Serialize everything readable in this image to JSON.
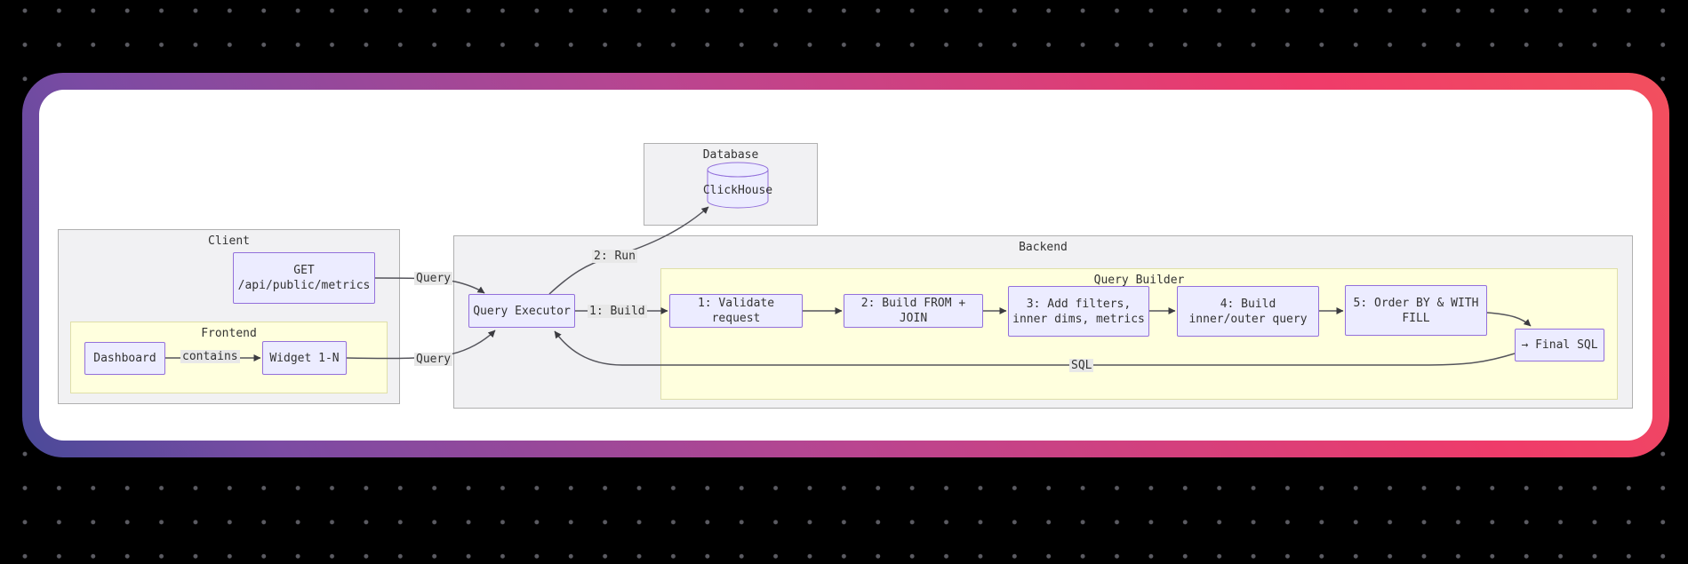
{
  "colors": {
    "page_bg": "#000000",
    "dot": "#5b5b62",
    "card_bg": "#ffffff",
    "gradient_blue": "#4a4a99",
    "gradient_purple": "#7b4ba3",
    "gradient_magenta": "#b94590",
    "gradient_pink": "#ef3b6a",
    "gradient_red": "#f2505e",
    "cluster_gray_fill": "#f1f1f3",
    "cluster_gray_border": "#b0b0b0",
    "cluster_yellow_fill": "#ffffde",
    "cluster_yellow_border": "#dfdfa8",
    "node_fill": "#ececff",
    "node_border": "#9370db",
    "edge": "#55555c",
    "edge_label_bg": "#e8e8e8",
    "text": "#333333"
  },
  "diagram": {
    "clusters": {
      "database": "Database",
      "client": "Client",
      "frontend": "Frontend",
      "backend": "Backend",
      "query_builder": "Query Builder"
    },
    "nodes": {
      "clickhouse": "ClickHouse",
      "get_api": "GET\n/api/public/metrics",
      "dashboard": "Dashboard",
      "widget": "Widget 1-N",
      "query_executor": "Query Executor",
      "step1": "1: Validate request",
      "step2": "2: Build FROM + JOIN",
      "step3": "3: Add filters,\ninner dims, metrics",
      "step4": "4: Build\ninner/outer query",
      "step5": "5: Order BY & WITH\nFILL",
      "final_sql": "→ Final SQL"
    },
    "edge_labels": {
      "query_top": "Query",
      "query_bottom": "Query",
      "contains": "contains",
      "build": "1: Build",
      "run": "2: Run",
      "sql": "SQL"
    }
  }
}
